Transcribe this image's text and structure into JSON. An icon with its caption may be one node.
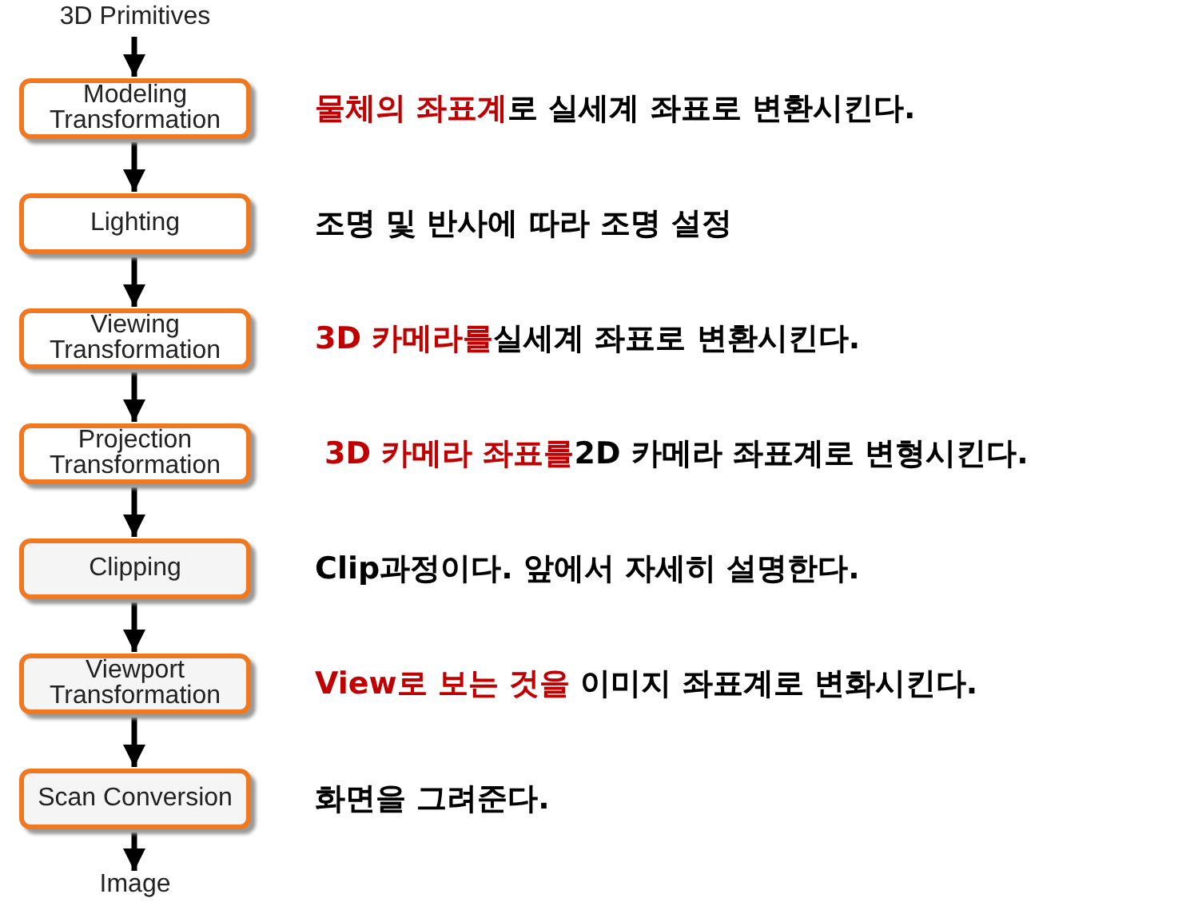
{
  "diagram": {
    "nodes": [
      {
        "text": [
          "3D Primitives"
        ]
      },
      {
        "text": [
          "Modeling Transformation"
        ],
        "beside": [
          "**물체의 좌표계**로 실세계 좌표로 변환시킨다."
        ]
      },
      {
        "text": [
          "Lighting"
        ],
        "beside": [
          "조명 및 반사에 따라 조명 설정"
        ]
      },
      {
        "text": [
          "Viewing Transformation"
        ],
        "beside": [
          "**3D 카메라를**실세계 좌표로 변환시킨다."
        ]
      },
      {
        "text": [
          "Projection Transformation"
        ],
        "beside": [
          "**3D 카메라 좌표를**2D 카메라 좌표계로 변형시킨다."
        ]
      },
      {
        "text": [
          "Clipping"
        ],
        "beside": [
          "Clip과정이다. 앞에서 자세히 설명한다."
        ]
      },
      {
        "text": [
          "Viewport Transformation"
        ],
        "beside": [
          "**View로 보는 것을** 이미지 좌표계로 변화시킨다."
        ]
      },
      {
        "text": [
          "Scan Conversion"
        ],
        "beside": [
          "화면을 그려준다."
        ]
      },
      {
        "text": [
          "Image"
        ]
      }
    ],
    "edges": [
      {
        "from": 0,
        "to": 1,
        "arrow": "to"
      },
      {
        "from": 1,
        "to": 2,
        "arrow": "to"
      },
      {
        "from": 2,
        "to": 3,
        "arrow": "to"
      },
      {
        "from": 3,
        "to": 4,
        "arrow": "to"
      },
      {
        "from": 4,
        "to": 5,
        "arrow": "to"
      },
      {
        "from": 5,
        "to": 6,
        "arrow": "to"
      },
      {
        "from": 6,
        "to": 7,
        "arrow": "to"
      },
      {
        "from": 7,
        "to": 8,
        "arrow": "to"
      }
    ]
  }
}
